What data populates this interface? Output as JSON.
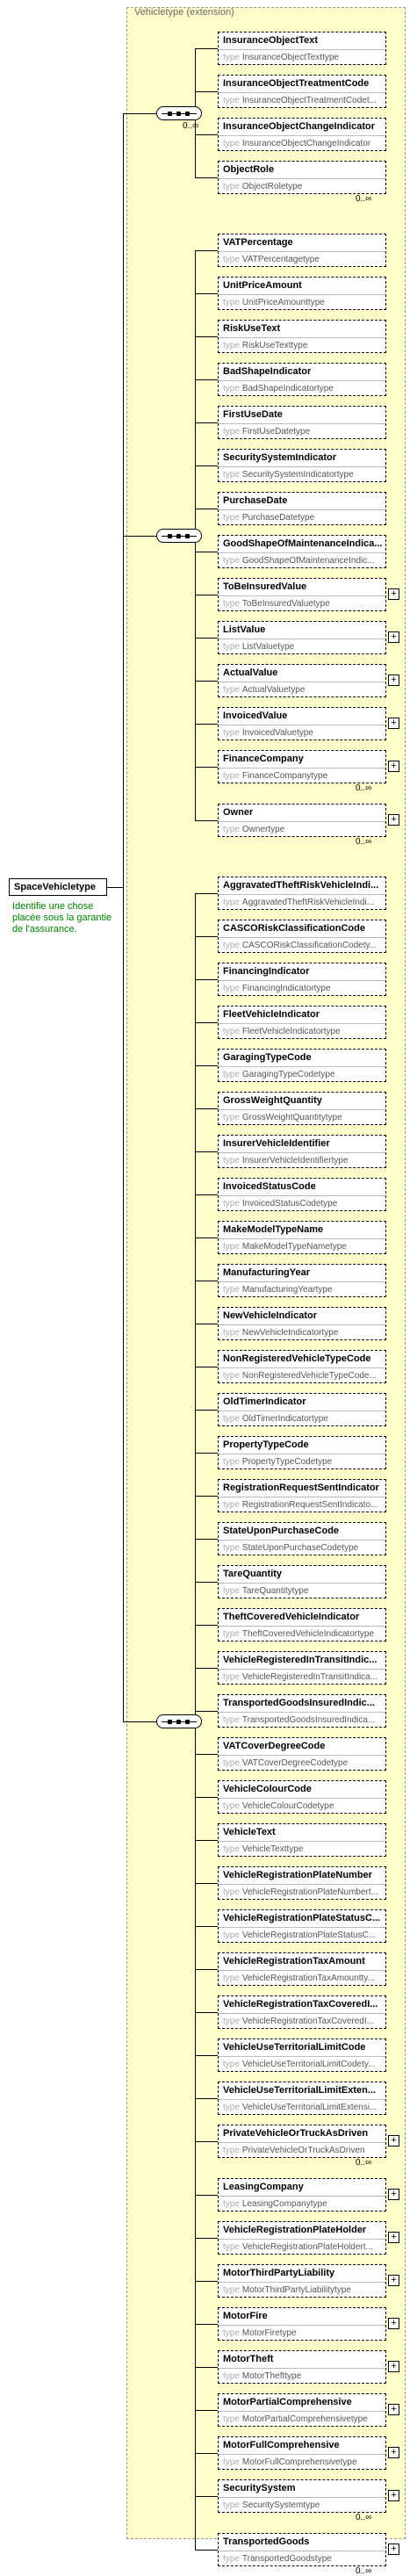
{
  "diagram": {
    "extension_title": "Vehicletype (extension)",
    "root": {
      "name": "SpaceVehicletype",
      "documentation": "Identifie une chose placée sous la garantie de l'assurance."
    },
    "type_prefix": "type",
    "groups": [
      {
        "occurrence": "0..∞",
        "elements": [
          {
            "name": "InsuranceObjectText",
            "type": "InsuranceObjectTexttype",
            "optional": true,
            "expandable": false
          },
          {
            "name": "InsuranceObjectTreatmentCode",
            "type": "InsuranceObjectTreatmentCodet...",
            "optional": true,
            "expandable": false
          },
          {
            "name": "InsuranceObjectChangeIndicator",
            "type": "InsuranceObjectChangeIndicator",
            "optional": true,
            "expandable": false
          },
          {
            "name": "ObjectRole",
            "type": "ObjectRoletype",
            "optional": true,
            "expandable": false,
            "occurrence": "0..∞"
          }
        ]
      },
      {
        "occurrence": "",
        "elements": [
          {
            "name": "VATPercentage",
            "type": "VATPercentagetype",
            "optional": true,
            "expandable": false
          },
          {
            "name": "UnitPriceAmount",
            "type": "UnitPriceAmounttype",
            "optional": true,
            "expandable": false
          },
          {
            "name": "RiskUseText",
            "type": "RiskUseTexttype",
            "optional": true,
            "expandable": false
          },
          {
            "name": "BadShapeIndicator",
            "type": "BadShapeIndicatortype",
            "optional": true,
            "expandable": false
          },
          {
            "name": "FirstUseDate",
            "type": "FirstUseDatetype",
            "optional": true,
            "expandable": false
          },
          {
            "name": "SecuritySystemIndicator",
            "type": "SecuritySystemIndicatortype",
            "optional": true,
            "expandable": false
          },
          {
            "name": "PurchaseDate",
            "type": "PurchaseDatetype",
            "optional": true,
            "expandable": false
          },
          {
            "name": "GoodShapeOfMaintenanceIndica...",
            "type": "GoodShapeOfMaintenanceIndic...",
            "optional": true,
            "expandable": false
          },
          {
            "name": "ToBeInsuredValue",
            "type": "ToBeInsuredValuetype",
            "optional": true,
            "expandable": true
          },
          {
            "name": "ListValue",
            "type": "ListValuetype",
            "optional": true,
            "expandable": true
          },
          {
            "name": "ActualValue",
            "type": "ActualValuetype",
            "optional": true,
            "expandable": true
          },
          {
            "name": "InvoicedValue",
            "type": "InvoicedValuetype",
            "optional": true,
            "expandable": true
          },
          {
            "name": "FinanceCompany",
            "type": "FinanceCompanytype",
            "optional": true,
            "expandable": true,
            "occurrence": "0..∞"
          },
          {
            "name": "Owner",
            "type": "Ownertype",
            "optional": true,
            "expandable": true,
            "occurrence": "0..∞"
          }
        ]
      },
      {
        "occurrence": "",
        "elements": [
          {
            "name": "AggravatedTheftRiskVehicleIndi...",
            "type": "AggravatedTheftRiskVehicleIndi...",
            "optional": true,
            "expandable": false
          },
          {
            "name": "CASCORiskClassificationCode",
            "type": "CASCORiskClassificationCodety...",
            "optional": true,
            "expandable": false
          },
          {
            "name": "FinancingIndicator",
            "type": "FinancingIndicatortype",
            "optional": true,
            "expandable": false
          },
          {
            "name": "FleetVehicleIndicator",
            "type": "FleetVehicleIndicatortype",
            "optional": true,
            "expandable": false
          },
          {
            "name": "GaragingTypeCode",
            "type": "GaragingTypeCodetype",
            "optional": true,
            "expandable": false
          },
          {
            "name": "GrossWeightQuantity",
            "type": "GrossWeightQuantitytype",
            "optional": true,
            "expandable": false
          },
          {
            "name": "InsurerVehicleIdentifier",
            "type": "InsurerVehicleIdentifiertype",
            "optional": true,
            "expandable": false
          },
          {
            "name": "InvoicedStatusCode",
            "type": "InvoicedStatusCodetype",
            "optional": true,
            "expandable": false
          },
          {
            "name": "MakeModelTypeName",
            "type": "MakeModelTypeNametype",
            "optional": true,
            "expandable": false
          },
          {
            "name": "ManufacturingYear",
            "type": "ManufacturingYeartype",
            "optional": true,
            "expandable": false
          },
          {
            "name": "NewVehicleIndicator",
            "type": "NewVehicleIndicatortype",
            "optional": true,
            "expandable": false
          },
          {
            "name": "NonRegisteredVehicleTypeCode",
            "type": "NonRegisteredVehicleTypeCode...",
            "optional": true,
            "expandable": false
          },
          {
            "name": "OldTimerIndicator",
            "type": "OldTimerIndicatortype",
            "optional": true,
            "expandable": false
          },
          {
            "name": "PropertyTypeCode",
            "type": "PropertyTypeCodetype",
            "optional": true,
            "expandable": false
          },
          {
            "name": "RegistrationRequestSentIndicator",
            "type": "RegistrationRequestSentIndicato...",
            "optional": true,
            "expandable": false
          },
          {
            "name": "StateUponPurchaseCode",
            "type": "StateUponPurchaseCodetype",
            "optional": true,
            "expandable": false
          },
          {
            "name": "TareQuantity",
            "type": "TareQuantitytype",
            "optional": true,
            "expandable": false
          },
          {
            "name": "TheftCoveredVehicleIndicator",
            "type": "TheftCoveredVehicleIndicatortype",
            "optional": true,
            "expandable": false
          },
          {
            "name": "VehicleRegisteredInTransitIndic...",
            "type": "VehicleRegisteredInTransitIndica...",
            "optional": true,
            "expandable": false
          },
          {
            "name": "TransportedGoodsInsuredIndic...",
            "type": "TransportedGoodsInsuredIndica...",
            "optional": true,
            "expandable": false
          },
          {
            "name": "VATCoverDegreeCode",
            "type": "VATCoverDegreeCodetype",
            "optional": true,
            "expandable": false
          },
          {
            "name": "VehicleColourCode",
            "type": "VehicleColourCodetype",
            "optional": true,
            "expandable": false
          },
          {
            "name": "VehicleText",
            "type": "VehicleTexttype",
            "optional": true,
            "expandable": false
          },
          {
            "name": "VehicleRegistrationPlateNumber",
            "type": "VehicleRegistrationPlateNumbert...",
            "optional": true,
            "expandable": false
          },
          {
            "name": "VehicleRegistrationPlateStatusC...",
            "type": "VehicleRegistrationPlateStatusC...",
            "optional": true,
            "expandable": false
          },
          {
            "name": "VehicleRegistrationTaxAmount",
            "type": "VehicleRegistrationTaxAmountty...",
            "optional": true,
            "expandable": false
          },
          {
            "name": "VehicleRegistrationTaxCoveredI...",
            "type": "VehicleRegistrationTaxCoveredI...",
            "optional": true,
            "expandable": false
          },
          {
            "name": "VehicleUseTerritorialLimitCode",
            "type": "VehicleUseTerritorialLimitCodety...",
            "optional": true,
            "expandable": false
          },
          {
            "name": "VehicleUseTerritorialLimitExten...",
            "type": "VehicleUseTerritorialLimitExtensi...",
            "optional": true,
            "expandable": false
          },
          {
            "name": "PrivateVehicleOrTruckAsDriven",
            "type": "PrivateVehicleOrTruckAsDriven",
            "optional": true,
            "expandable": true,
            "occurrence": "0..∞"
          },
          {
            "name": "LeasingCompany",
            "type": "LeasingCompanytype",
            "optional": true,
            "expandable": true
          },
          {
            "name": "VehicleRegistrationPlateHolder",
            "type": "VehicleRegistrationPlateHoldert...",
            "optional": true,
            "expandable": true
          },
          {
            "name": "MotorThirdPartyLiability",
            "type": "MotorThirdPartyLiabilitytype",
            "optional": true,
            "expandable": true
          },
          {
            "name": "MotorFire",
            "type": "MotorFiretype",
            "optional": true,
            "expandable": true
          },
          {
            "name": "MotorTheft",
            "type": "MotorThefttype",
            "optional": true,
            "expandable": true
          },
          {
            "name": "MotorPartialComprehensive",
            "type": "MotorPartialComprehensivetype",
            "optional": true,
            "expandable": true
          },
          {
            "name": "MotorFullComprehensive",
            "type": "MotorFullComprehensivetype",
            "optional": true,
            "expandable": true
          },
          {
            "name": "SecuritySystem",
            "type": "SecuritySystemtype",
            "optional": true,
            "expandable": true,
            "occurrence": "0..∞"
          },
          {
            "name": "TransportedGoods",
            "type": "TransportedGoodstype",
            "optional": true,
            "expandable": true,
            "occurrence": "0..∞"
          }
        ]
      }
    ]
  }
}
